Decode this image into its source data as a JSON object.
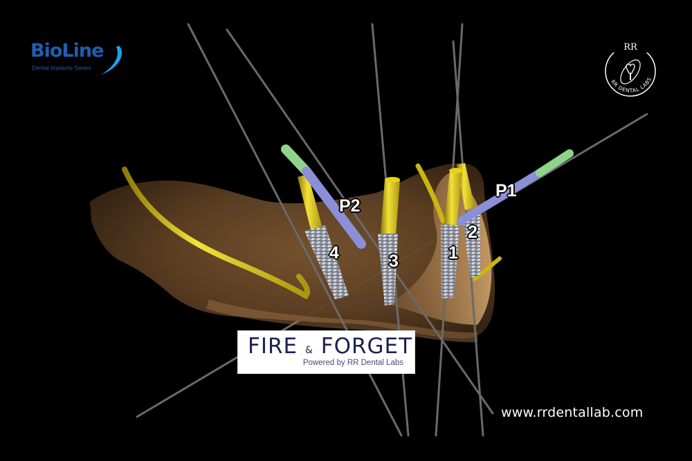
{
  "branding": {
    "bioline_name": "BioLine",
    "bioline_tagline": "Dental Implants Series",
    "rr_logo_initials": "RR",
    "rr_logo_text": "RR DENTAL LABS",
    "product_title_part1": "FIRE",
    "product_title_amp": "&",
    "product_title_part2": "FORGET",
    "product_subtitle": "Powered by RR Dental Labs",
    "website": "www.rrdentallab.com"
  },
  "scene": {
    "description": "3D mandible view with planned dental implants and pins",
    "implant_labels": [
      "1",
      "2",
      "3",
      "4"
    ],
    "pin_labels": [
      "P1",
      "P2"
    ]
  },
  "colors": {
    "background": "#000000",
    "bone": "#b07a45",
    "implant_abutment": "#e8d21a",
    "implant_body": "#b8bcc8",
    "pin_blue": "#8a8fd8",
    "pin_green": "#8fd48a",
    "guide_line": "#6a6a6a",
    "nerve": "#d6c51a",
    "bioline_blue": "#1d5fb0",
    "accent_cyan": "#2a8fd8"
  }
}
